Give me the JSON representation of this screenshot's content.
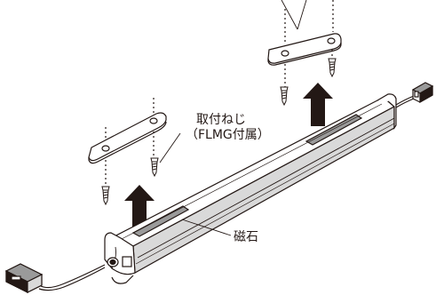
{
  "labels": {
    "screw_line1": "取付ねじ",
    "screw_line2": "（FLMG付属）",
    "magnet": "磁石"
  },
  "colors": {
    "line": "#231815",
    "fill_light": "#ffffff",
    "fill_mid": "#d9d9d9",
    "fill_dark": "#9a9a9a",
    "arrow": "#231815"
  },
  "icons": {
    "up_arrow": "up-arrow-icon",
    "screw": "wood-screw-icon",
    "connector": "connector-plug-icon"
  }
}
